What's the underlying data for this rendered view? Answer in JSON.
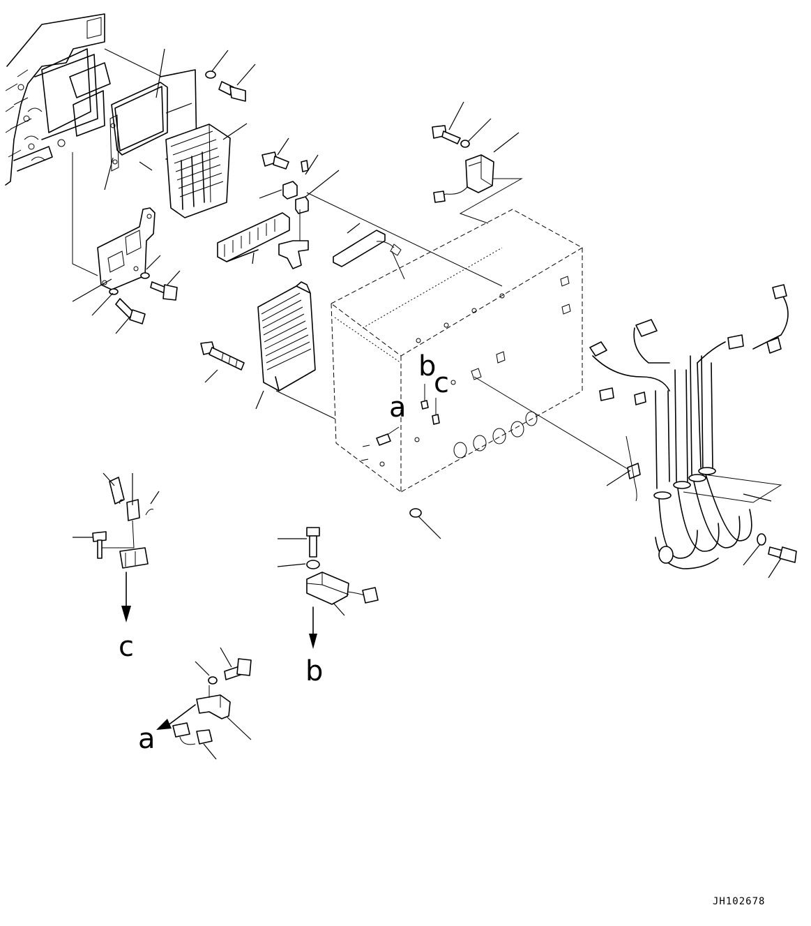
{
  "drawing_number": "JH102678",
  "callouts": {
    "a": "a",
    "b": "b",
    "c": "c"
  }
}
